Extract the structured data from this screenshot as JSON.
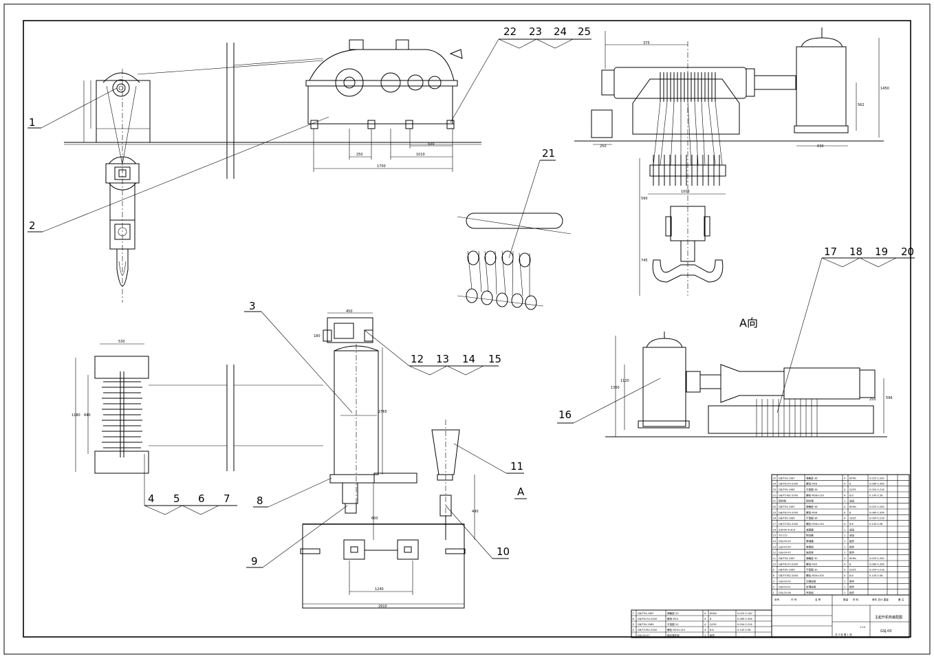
{
  "callouts": [
    {
      "id": "c1",
      "label": "1"
    },
    {
      "id": "c2",
      "label": "2"
    },
    {
      "id": "c3",
      "label": "3"
    },
    {
      "id": "c4",
      "label": "4"
    },
    {
      "id": "c5",
      "label": "5"
    },
    {
      "id": "c6",
      "label": "6"
    },
    {
      "id": "c7",
      "label": "7"
    },
    {
      "id": "c8",
      "label": "8"
    },
    {
      "id": "c9",
      "label": "9"
    },
    {
      "id": "c10",
      "label": "10"
    },
    {
      "id": "c11",
      "label": "11"
    },
    {
      "id": "c12",
      "label": "12"
    },
    {
      "id": "c13",
      "label": "13"
    },
    {
      "id": "c14",
      "label": "14"
    },
    {
      "id": "c15",
      "label": "15"
    },
    {
      "id": "c16",
      "label": "16"
    },
    {
      "id": "c17",
      "label": "17"
    },
    {
      "id": "c18",
      "label": "18"
    },
    {
      "id": "c19",
      "label": "19"
    },
    {
      "id": "c20",
      "label": "20"
    },
    {
      "id": "c21",
      "label": "21"
    },
    {
      "id": "c22",
      "label": "22"
    },
    {
      "id": "c23",
      "label": "23"
    },
    {
      "id": "c24",
      "label": "24"
    },
    {
      "id": "c25",
      "label": "25"
    }
  ],
  "view_labels": {
    "a_view": "A向",
    "a_arrow": "A"
  },
  "dimensions": {
    "d_1700": "1700",
    "d_250": "250",
    "d_1010": "1010",
    "d_500": "500",
    "d_375": "375",
    "d_1450": "1450",
    "d_562": "562",
    "d_596": "596",
    "d_250b": "250",
    "d_630": "630",
    "d_1006": "1006",
    "d_590": "590",
    "d_745": "745",
    "d_530": "530",
    "d_1180": "1180",
    "d_840": "840",
    "d_450": "450",
    "d_180": "180",
    "d_2765": "2765",
    "d_2910": "2910",
    "d_1240": "1240",
    "d_600": "600",
    "d_490": "490",
    "d_1360": "1360",
    "d_1120": "1120",
    "d_250c": "250"
  },
  "title_block": {
    "drawing_title": "主起升机构装配图",
    "drawing_number": "GSJ-00",
    "scale": "1:10",
    "sheet_info": "共 3 张  第 1 张",
    "header_cols": [
      "序号",
      "代  号",
      "名  称",
      "数量",
      "材  料",
      "单件 总计 重量",
      "备 注"
    ]
  },
  "bom": [
    {
      "no": "25",
      "code": "GB/T93-1987",
      "name": "弹簧垫 36",
      "qty": "4",
      "mat": "65Mn",
      "wt": "0.025 0.200"
    },
    {
      "no": "24",
      "code": "GB/T6170-2000",
      "name": "螺母 M36",
      "qty": "4",
      "mat": "8",
      "wt": "0.089 0.356"
    },
    {
      "no": "23",
      "code": "GB/T95-1985",
      "name": "平垫圈 36",
      "qty": "4",
      "mat": "Q235",
      "wt": "0.054 0.216"
    },
    {
      "no": "22",
      "code": "GB/T5782-2000",
      "name": "螺栓 M36×130",
      "qty": "4",
      "mat": "8.8",
      "wt": "0.145 0.58"
    },
    {
      "no": "21",
      "code": "钢丝绳",
      "name": "钢丝绳",
      "qty": "1",
      "mat": "成品",
      "wt": ""
    },
    {
      "no": "20",
      "code": "GB/T93-1987",
      "name": "弹簧垫 36",
      "qty": "4",
      "mat": "65Mn",
      "wt": "0.025 0.200"
    },
    {
      "no": "19",
      "code": "GB/T6170-2000",
      "name": "螺母 M36",
      "qty": "4",
      "mat": "8",
      "wt": "0.089 0.356"
    },
    {
      "no": "18",
      "code": "GB/T95-1985",
      "name": "平垫圈 36",
      "qty": "4",
      "mat": "Q235",
      "wt": "0.054 0.216"
    },
    {
      "no": "17",
      "code": "GB/T5782-2000",
      "name": "螺栓 M36×130",
      "qty": "4",
      "mat": "8.8",
      "wt": "0.145 0.58"
    },
    {
      "no": "16",
      "code": "ZQ500-6.3CA",
      "name": "减速器",
      "qty": "1",
      "mat": "成品",
      "wt": ""
    },
    {
      "no": "15",
      "code": "YZ-112",
      "name": "制动器",
      "qty": "1",
      "mat": "成品",
      "wt": ""
    },
    {
      "no": "14",
      "code": "GSJ-00-03",
      "name": "联轴器",
      "qty": "1",
      "mat": "组件",
      "wt": ""
    },
    {
      "no": "13",
      "code": "GSJ-00-04",
      "name": "卷筒组",
      "qty": "1",
      "mat": "组件",
      "wt": ""
    },
    {
      "no": "12",
      "code": "GSJ-00-05",
      "name": "轴承座",
      "qty": "1",
      "mat": "组件",
      "wt": ""
    },
    {
      "no": "11",
      "code": "GB/T93-1987",
      "name": "弹簧垫 30",
      "qty": "4",
      "mat": "65Mn",
      "wt": "0.025 0.200"
    },
    {
      "no": "10",
      "code": "GB/T6170-2000",
      "name": "螺母 M30",
      "qty": "4",
      "mat": "8",
      "wt": "0.089 0.356"
    },
    {
      "no": "9",
      "code": "GB/T95-1985",
      "name": "平垫圈 30",
      "qty": "4",
      "mat": "Q235",
      "wt": "0.054 0.216"
    },
    {
      "no": "8",
      "code": "GB/T5782-2000",
      "name": "螺栓 M30×100",
      "qty": "4",
      "mat": "8.8",
      "wt": "0.145 0.58"
    },
    {
      "no": "3",
      "code": "GSJ-00-02",
      "name": "动滑轮组",
      "qty": "1",
      "mat": "组件",
      "wt": ""
    },
    {
      "no": "2",
      "code": "GSJ-00-01",
      "name": "定滑轮组",
      "qty": "1",
      "mat": "组件",
      "wt": ""
    },
    {
      "no": "1",
      "code": "GSJ-00-06",
      "name": "吊钩组",
      "qty": "1",
      "mat": "组件",
      "wt": ""
    }
  ],
  "bom_left": [
    {
      "no": "7",
      "code": "GB/T93-1987",
      "name": "弹簧垫 20",
      "qty": "4",
      "mat": "65Mn",
      "wt": "0.025 0.100"
    },
    {
      "no": "6",
      "code": "GB/T6170-2000",
      "name": "螺母 M20",
      "qty": "4",
      "mat": "8",
      "wt": "0.089 0.356"
    },
    {
      "no": "5",
      "code": "GB/T95-1985",
      "name": "平垫圈 20",
      "qty": "4",
      "mat": "Q235",
      "wt": "0.054 0.216"
    },
    {
      "no": "4",
      "code": "GB/T5782-2000",
      "name": "螺栓 M20×120",
      "qty": "4",
      "mat": "8.8",
      "wt": "0.145 0.58"
    },
    {
      "no": "",
      "code": "GSJ-00-07",
      "name": "钢丝绳压板",
      "qty": "1",
      "mat": "组件",
      "wt": ""
    }
  ]
}
